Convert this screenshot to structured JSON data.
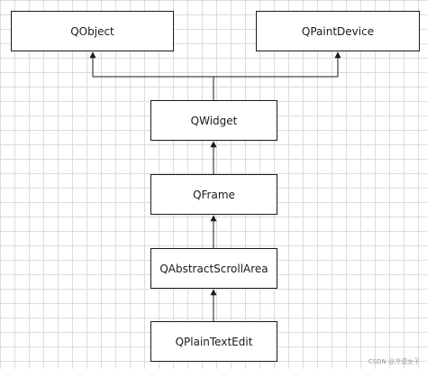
{
  "nodes": {
    "qobject": "QObject",
    "qpaintdevice": "QPaintDevice",
    "qwidget": "QWidget",
    "qframe": "QFrame",
    "qabstractscrollarea": "QAbstractScrollArea",
    "qplaintextedit": "QPlainTextEdit"
  },
  "edges": [
    {
      "from": "qwidget",
      "to": "qobject"
    },
    {
      "from": "qwidget",
      "to": "qpaintdevice"
    },
    {
      "from": "qframe",
      "to": "qwidget"
    },
    {
      "from": "qabstractscrollarea",
      "to": "qframe"
    },
    {
      "from": "qplaintextedit",
      "to": "qabstractscrollarea"
    }
  ],
  "colors": {
    "line": "#1a1a1a",
    "grid": "#dcdcdc",
    "watermark": "#9a9a9a"
  },
  "watermark": "CSDN @冷漠女子"
}
